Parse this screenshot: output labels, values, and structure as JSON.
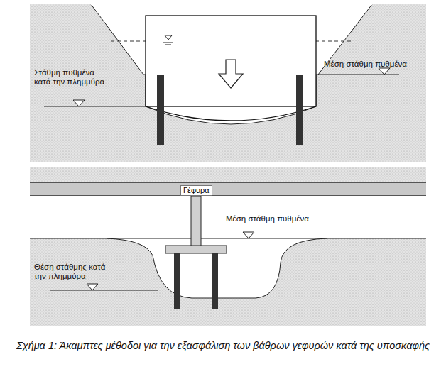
{
  "diagram": {
    "caption": "Σχήμα 1: Άκαμπτες μέθοδοι για την εξασφάλιση των βάθρων γεφυρών κατά της υποσκαφής",
    "nodes": [
      {
        "text": [
          "Γέφυρα"
        ]
      }
    ],
    "labels": [
      "Στάθμη πυθμένα κατά την πλημμύρα",
      "Μέση στάθμη πυθμένα",
      "Μέση στάθμη πυθμένα",
      "Θέση στάθμης κατά την πλημμύρα"
    ]
  }
}
